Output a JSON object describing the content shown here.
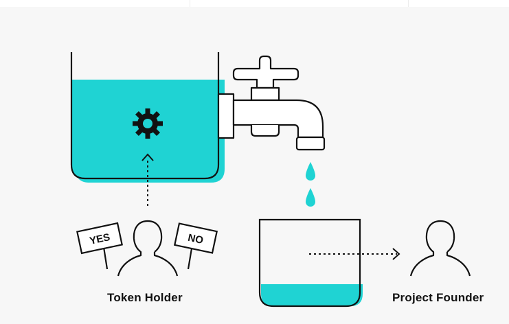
{
  "colors": {
    "water": "#1fd3d3",
    "outline": "#111111",
    "background": "#f7f7f7"
  },
  "icons": {
    "gear": "gear-icon",
    "faucet": "faucet-icon",
    "drop": "water-drop-icon",
    "person": "person-icon"
  },
  "levels": {
    "treasury_fill_fraction": 0.82,
    "founder_bucket_fill_fraction": 0.22
  },
  "signs": {
    "yes": "YES",
    "no": "NO"
  },
  "labels": {
    "token_holder": "Token Holder",
    "project_founder": "Project Founder"
  }
}
